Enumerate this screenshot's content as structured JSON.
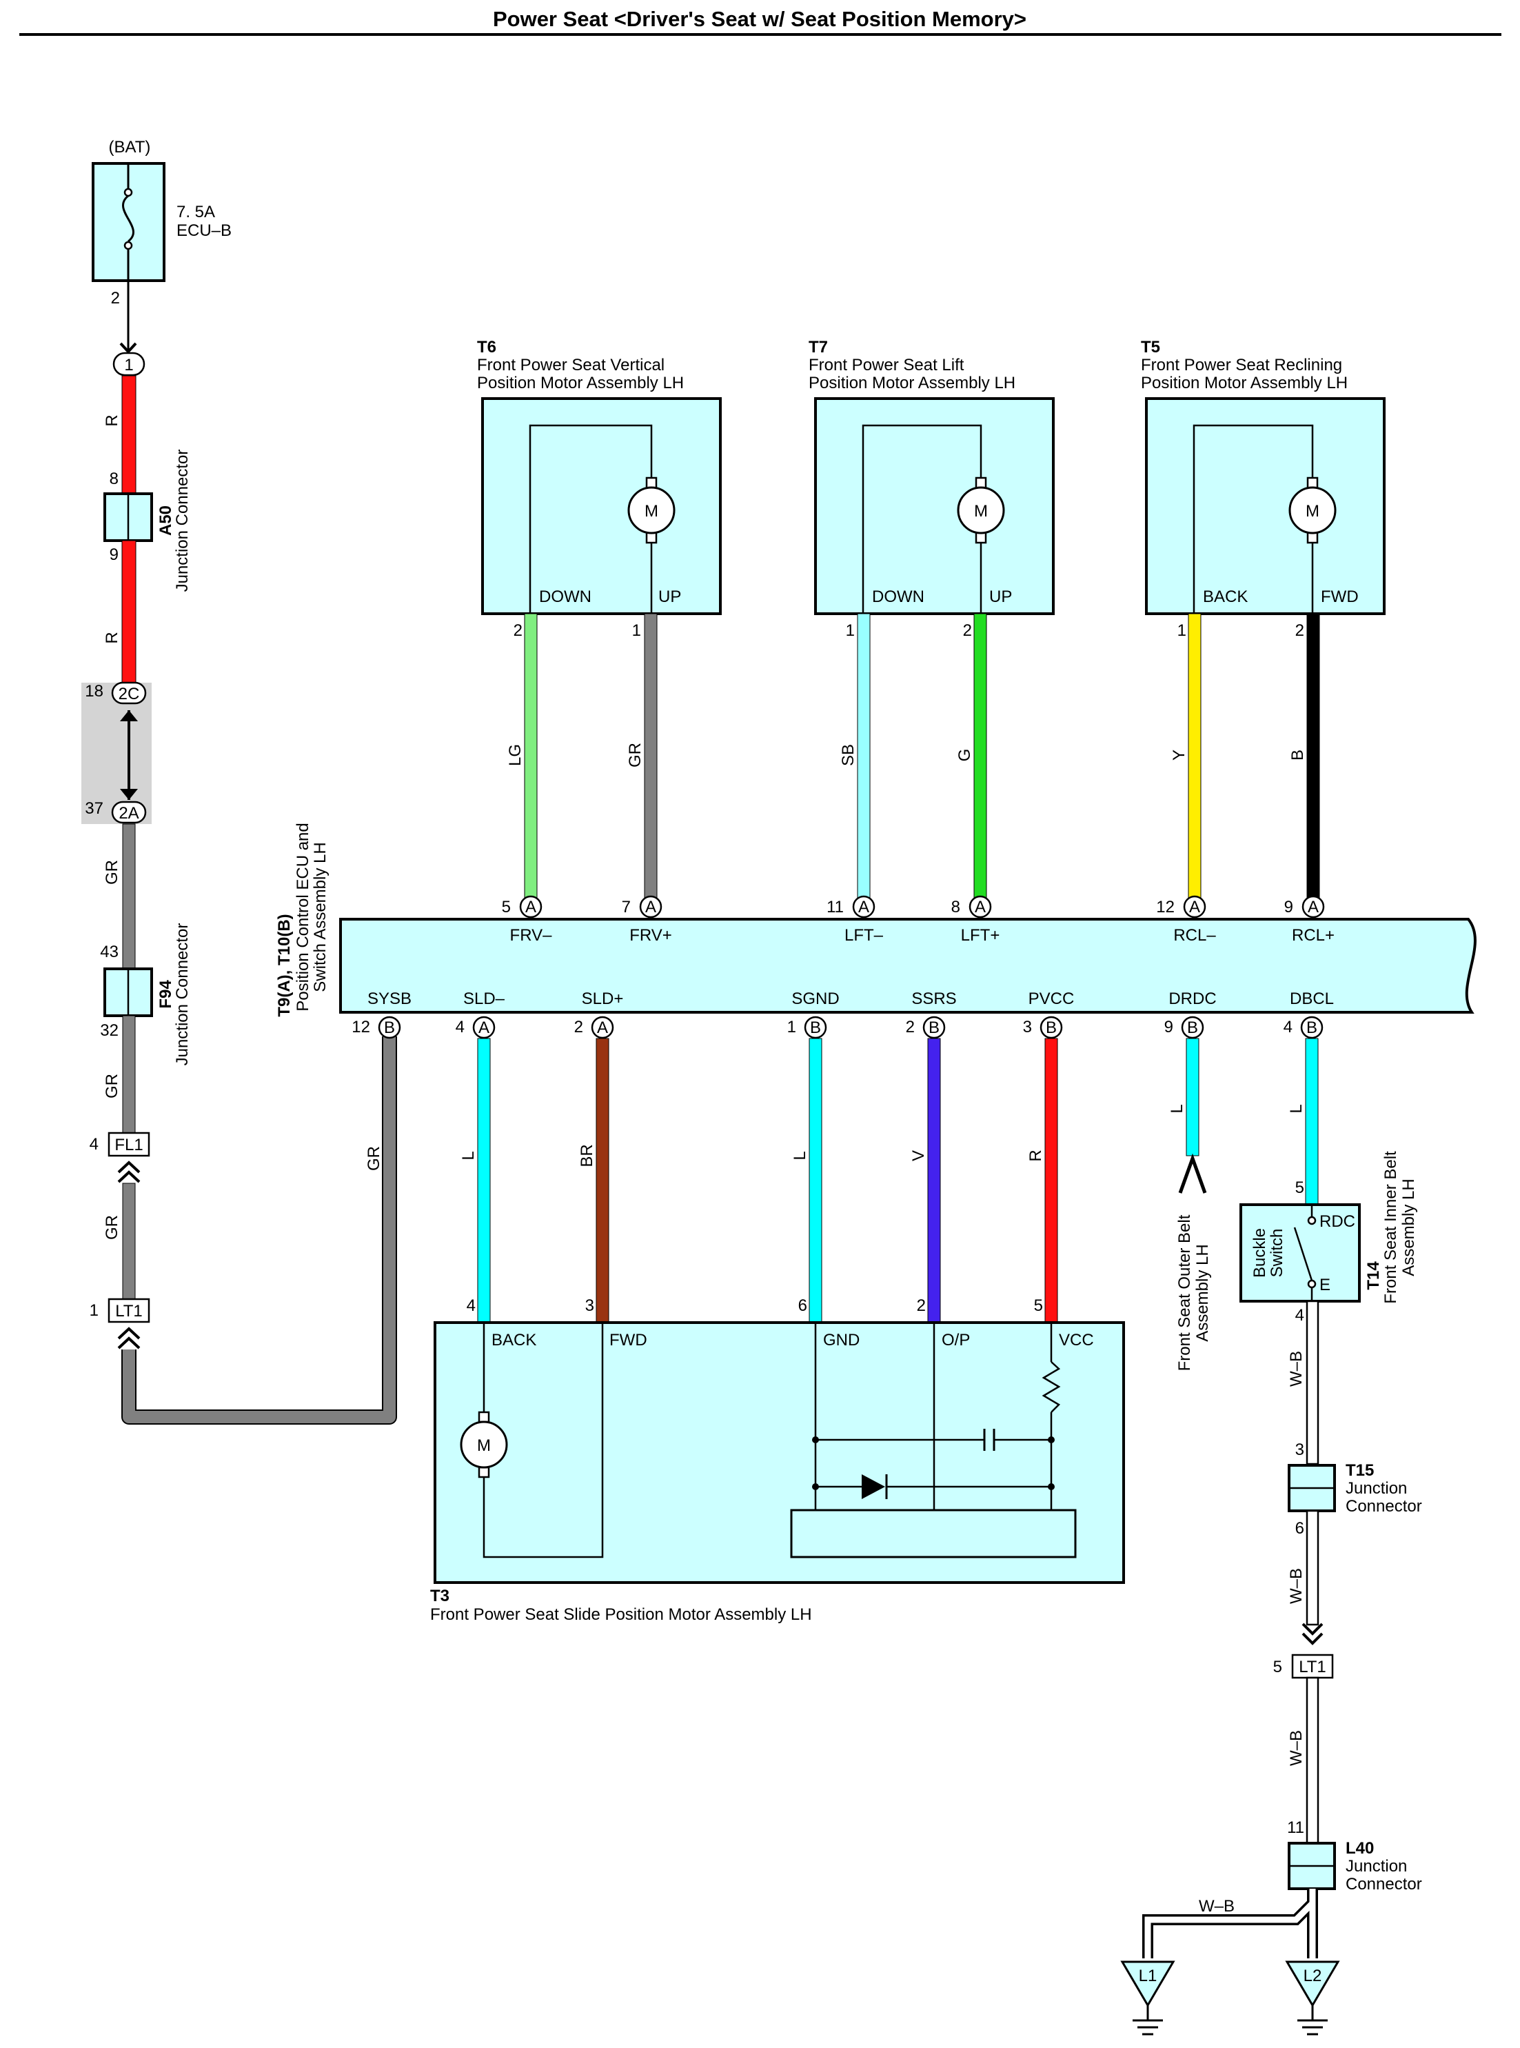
{
  "title": "Power Seat <Driver's Seat w/ Seat Position Memory>",
  "battery": {
    "label": "(BAT)",
    "fuse_amp": "7. 5A",
    "fuse_name": "ECU–B",
    "pin": "2"
  },
  "left_chain": {
    "c1": "1",
    "wire_r1": "R",
    "wire_r2": "R",
    "a50": {
      "id": "A50",
      "name": "Junction Connector",
      "pin_top": "8",
      "pin_bot": "9"
    },
    "conn_2c": {
      "label": "2C",
      "pin": "18"
    },
    "conn_2a": {
      "label": "2A",
      "pin": "37"
    },
    "wire_gr1": "GR",
    "wire_gr2": "GR",
    "wire_gr3": "GR",
    "wire_gr_sysb": "GR",
    "f94": {
      "id": "F94",
      "name": "Junction Connector",
      "pin_top": "43",
      "pin_bot": "32"
    },
    "fl1": {
      "label": "FL1",
      "pin": "4"
    },
    "lt1": {
      "label": "LT1",
      "pin": "1"
    }
  },
  "motors": [
    {
      "id": "T6",
      "name1": "Front Power Seat Vertical",
      "name2": "Position Motor Assembly LH",
      "left_label": "DOWN",
      "right_label": "UP",
      "left_pin": "2",
      "right_pin": "1",
      "left_wire": "LG",
      "right_wire": "GR",
      "left_color": "#80ee80",
      "right_color": "#808080",
      "m": "M"
    },
    {
      "id": "T7",
      "name1": "Front Power Seat Lift",
      "name2": "Position Motor Assembly LH",
      "left_label": "DOWN",
      "right_label": "UP",
      "left_pin": "1",
      "right_pin": "2",
      "left_wire": "SB",
      "right_wire": "G",
      "left_color": "#99ffff",
      "right_color": "#22dd22",
      "m": "M"
    },
    {
      "id": "T5",
      "name1": "Front Power Seat Reclining",
      "name2": "Position Motor Assembly LH",
      "left_label": "BACK",
      "right_label": "FWD",
      "left_pin": "1",
      "right_pin": "2",
      "left_wire": "Y",
      "right_wire": "B",
      "left_color": "#ffee00",
      "right_color": "#000000",
      "m": "M"
    }
  ],
  "ecu": {
    "id": "T9(A), T10(B)",
    "name1": "Position Control ECU and",
    "name2": "Switch Assembly LH",
    "top_pins": [
      {
        "no": "5",
        "conn": "A",
        "label": "FRV–"
      },
      {
        "no": "7",
        "conn": "A",
        "label": "FRV+"
      },
      {
        "no": "11",
        "conn": "A",
        "label": "LFT–"
      },
      {
        "no": "8",
        "conn": "A",
        "label": "LFT+"
      },
      {
        "no": "12",
        "conn": "A",
        "label": "RCL–"
      },
      {
        "no": "9",
        "conn": "A",
        "label": "RCL+"
      }
    ],
    "bottom_pins": [
      {
        "no": "12",
        "conn": "B",
        "label": "SYSB"
      },
      {
        "no": "4",
        "conn": "A",
        "label": "SLD–"
      },
      {
        "no": "2",
        "conn": "A",
        "label": "SLD+"
      },
      {
        "no": "1",
        "conn": "B",
        "label": "SGND"
      },
      {
        "no": "2",
        "conn": "B",
        "label": "SSRS"
      },
      {
        "no": "3",
        "conn": "B",
        "label": "PVCC"
      },
      {
        "no": "9",
        "conn": "B",
        "label": "DRDC"
      },
      {
        "no": "4",
        "conn": "B",
        "label": "DBCL"
      }
    ]
  },
  "lower_wires": [
    {
      "label": "L",
      "color": "#00ffff"
    },
    {
      "label": "BR",
      "color": "#993311"
    },
    {
      "label": "L",
      "color": "#00ffff"
    },
    {
      "label": "V",
      "color": "#4422ee"
    },
    {
      "label": "R",
      "color": "#ff1111"
    },
    {
      "label": "L",
      "color": "#00ffff"
    },
    {
      "label": "L",
      "color": "#00ffff"
    }
  ],
  "slide_motor": {
    "id": "T3",
    "name": "Front Power Seat Slide Position Motor Assembly LH",
    "terminals": [
      {
        "pin": "4",
        "label": "BACK"
      },
      {
        "pin": "3",
        "label": "FWD"
      },
      {
        "pin": "6",
        "label": "GND"
      },
      {
        "pin": "2",
        "label": "O/P"
      },
      {
        "pin": "5",
        "label": "VCC"
      }
    ],
    "m": "M"
  },
  "outer_belt": {
    "name1": "Front Seat Outer Belt",
    "name2": "Assembly LH"
  },
  "buckle": {
    "id": "T14",
    "name1": "Front Seat Inner Belt",
    "name2": "Assembly LH",
    "switch1": "Buckle",
    "switch2": "Switch",
    "rdc": "RDC",
    "e": "E",
    "pin_top": "5",
    "pin_bot": "4"
  },
  "ground_chain": {
    "wire": "W–B",
    "t15": {
      "id": "T15",
      "name1": "Junction",
      "name2": "Connector",
      "pin_top": "3",
      "pin_bot": "6"
    },
    "lt1": {
      "label": "LT1",
      "pin": "5"
    },
    "l40": {
      "id": "L40",
      "name1": "Junction",
      "name2": "Connector",
      "pin": "11"
    },
    "l1": "L1",
    "l2": "L2"
  },
  "colors": {
    "component": "#ccffff",
    "splice_grey": "#d4d4d4",
    "gr": "#808080",
    "r": "#ff1111",
    "wb": "#ffffff"
  }
}
